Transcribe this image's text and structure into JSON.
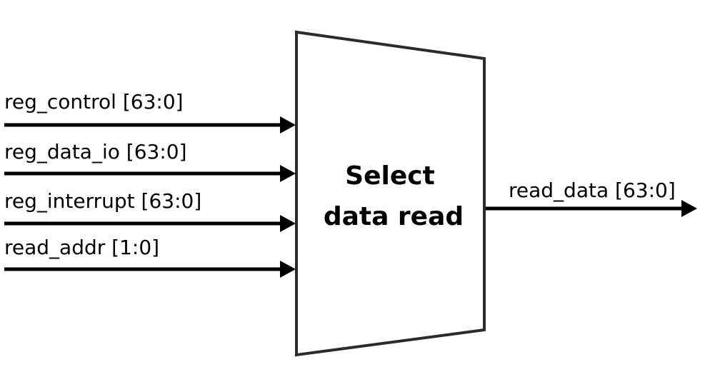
{
  "diagram": {
    "block": {
      "line1": "Select",
      "line2": "data read"
    },
    "inputs": [
      {
        "label": "reg_control [63:0]"
      },
      {
        "label": "reg_data_io [63:0]"
      },
      {
        "label": "reg_interrupt [63:0]"
      },
      {
        "label": "read_addr [1:0]"
      }
    ],
    "output": {
      "label": "read_data [63:0]"
    },
    "colors": {
      "stroke": "#2b2b2b",
      "arrow": "#000000",
      "text": "#000000",
      "background": "#ffffff"
    }
  }
}
